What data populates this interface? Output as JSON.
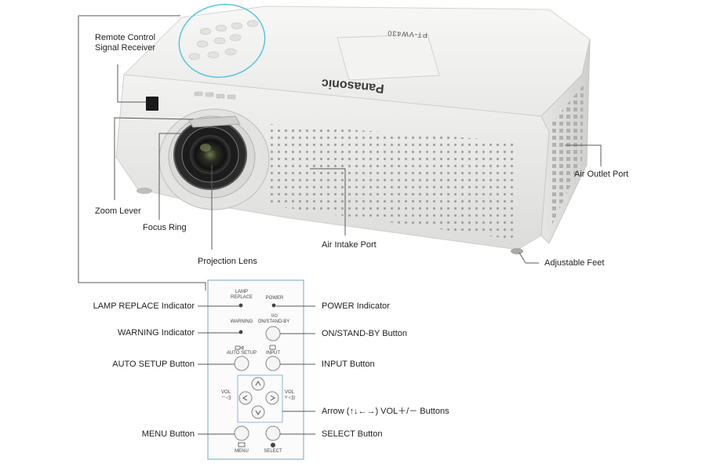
{
  "product": {
    "brand": "Panasonic",
    "model_mark": "PT-VW430"
  },
  "callouts": {
    "remote_control": [
      "Remote Control",
      "Signal Receiver"
    ],
    "zoom_lever": "Zoom Lever",
    "focus_ring": "Focus Ring",
    "projection_lens": "Projection Lens",
    "air_intake": "Air Intake Port",
    "air_outlet": "Air Outlet Port",
    "adjustable_feet": "Adjustable Feet",
    "lamp_replace_indicator": "LAMP REPLACE Indicator",
    "warning_indicator": "WARNING Indicator",
    "auto_setup_button": "AUTO SETUP Button",
    "menu_button": "MENU Button",
    "power_indicator": "POWER Indicator",
    "onstandby_button": "ON/STAND-BY Button",
    "input_button": "INPUT Button",
    "arrow_buttons": "Arrow (↑↓←→) VOL＋/－ Buttons",
    "select_button": "SELECT Button"
  },
  "panel": {
    "lamp": [
      "LAMP",
      "REPLACE"
    ],
    "power": "POWER",
    "warning": "WARNING",
    "onstandby_symbol": "I/⏻",
    "onstandby": "ON/STAND-BY",
    "auto_setup": "AUTO SETUP",
    "input": "INPUT",
    "vol_minus": "VOL",
    "vol_minus_sign": "－◁)",
    "vol_plus": "VOL",
    "vol_plus_sign": "＋◁))",
    "menu": "MENU",
    "select": "SELECT"
  },
  "colors": {
    "callout_circle": "#4fc3d9",
    "leader_line": "#5a5a5a",
    "panel_border": "#8ab8cc",
    "body": "#efefed"
  }
}
